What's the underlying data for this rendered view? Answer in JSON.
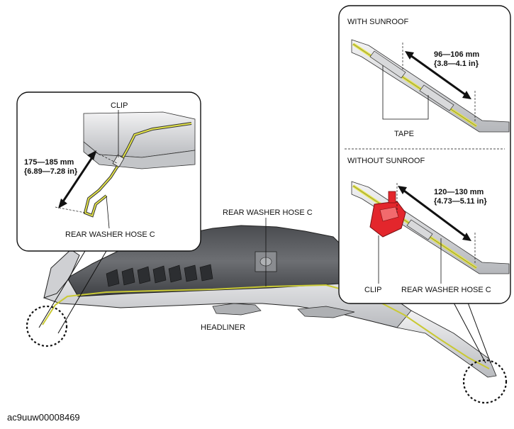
{
  "left_callout": {
    "clip_label": "CLIP",
    "dim_mm": "175—185 mm",
    "dim_in": "{6.89—7.28 in}",
    "hose_label": "REAR WASHER HOSE C"
  },
  "center": {
    "hose_label": "REAR WASHER HOSE C",
    "headliner_label": "HEADLINER"
  },
  "with_sunroof": {
    "title": "WITH SUNROOF",
    "dim_mm": "96—106 mm",
    "dim_in": "{3.8—4.1 in}",
    "tape_label": "TAPE"
  },
  "without_sunroof": {
    "title": "WITHOUT SUNROOF",
    "dim_mm": "120—130 mm",
    "dim_in": "{4.73—5.11 in}",
    "clip_label": "CLIP",
    "hose_label": "REAR WASHER HOSE C"
  },
  "figure_id": "ac9uuw00008469",
  "colors": {
    "hose": "#e3e34a",
    "clip_red": "#e3262c",
    "outline": "#222222",
    "panel": "#d9dadc"
  }
}
